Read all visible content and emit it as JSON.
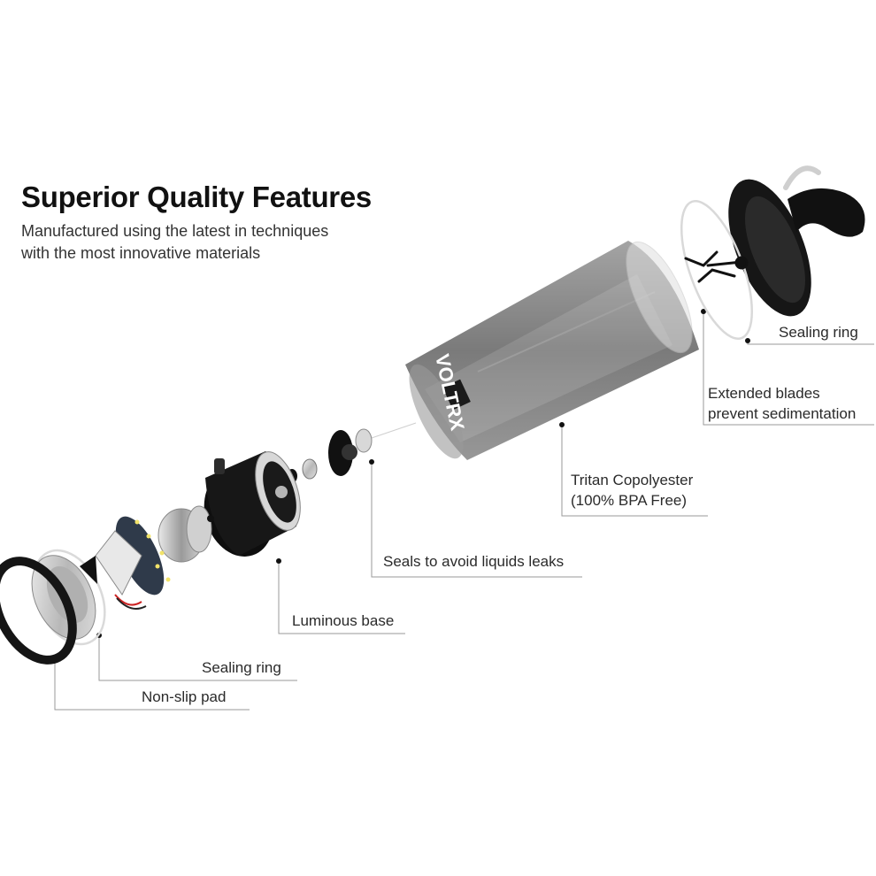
{
  "header": {
    "title": "Superior Quality Features",
    "subtitle_line1": "Manufactured using the latest in techniques",
    "subtitle_line2": "with the most innovative materials"
  },
  "brand": {
    "logo_text": "VOLTRX"
  },
  "callouts": {
    "lid_sealing_ring": "Sealing ring",
    "blades_line1": "Extended blades",
    "blades_line2": "prevent sedimentation",
    "cup_material_line1": "Tritan Copolyester",
    "cup_material_line2": "(100% BPA Free)",
    "seals": "Seals to avoid liquids leaks",
    "base": "Luminous base",
    "base_sealing_ring": "Sealing ring",
    "pad": "Non-slip pad"
  },
  "colors": {
    "text": "#2a2a2a",
    "leader_line": "#9a9a9a",
    "cup_tint": "#6e6e6e",
    "base_black": "#151515",
    "metal": "#c8c8c8"
  }
}
